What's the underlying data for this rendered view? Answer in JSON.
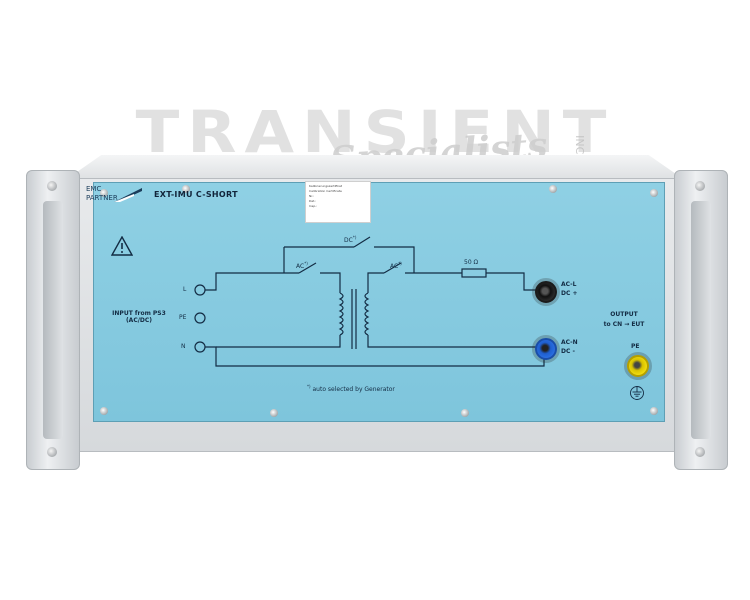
{
  "watermark": {
    "brand": "TRANSIENT",
    "tagline": "Specialists",
    "suffix": "INC."
  },
  "panel": {
    "brand_line1": "EMC",
    "brand_line2": "PARTNER",
    "model": "EXT-IMU C-SHORT",
    "sticker": {
      "lines": [
        "Kalibrierungszertifikat",
        "Calibration Certificate",
        "Nr.:",
        "Dat.:",
        "Insp.:"
      ]
    },
    "input_title_line1": "INPUT from PS3",
    "input_title_line2": "(AC/DC)",
    "terminal_L": "L",
    "terminal_PE": "PE",
    "terminal_N": "N",
    "switch_dc": "DC",
    "switch_dc_mark": "*)",
    "switch_ac_left": "AC",
    "switch_ac_left_mark": "*)",
    "switch_ac_right": "AC",
    "switch_ac_right_mark": "*)",
    "resistor": "50 Ω",
    "out_top_line1": "AC-L",
    "out_top_line2": "DC +",
    "out_bottom_line1": "AC-N",
    "out_bottom_line2": "DC -",
    "output_title_line1": "OUTPUT",
    "output_title_line2": "to CN → EUT",
    "pe_right": "PE",
    "footnote_mark": "*)",
    "footnote": "auto selected by Generator"
  },
  "colors": {
    "panel_blue": "#86cbe0",
    "chassis_grey": "#dfe2e5",
    "jack_black": "#111111",
    "jack_blue": "#2a6ee0",
    "jack_yellow": "#f2dc10",
    "line": "#132c44"
  }
}
